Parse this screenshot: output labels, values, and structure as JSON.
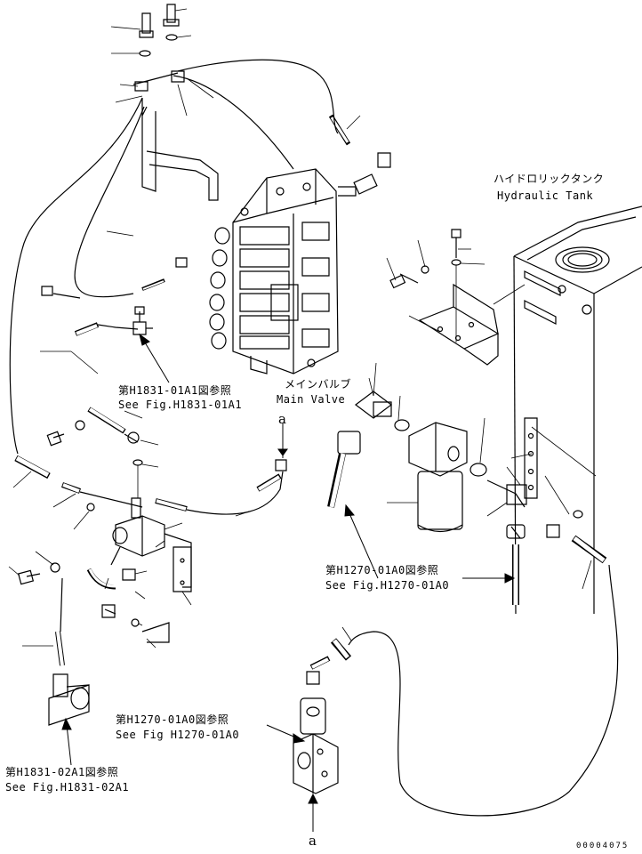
{
  "labels": {
    "tank_jp": "ハイドロリックタンク",
    "tank_en": "Hydraulic Tank",
    "valve_jp": "メインバルブ",
    "valve_en": "Main Valve",
    "ref1_jp": "第H1831-01A1図参照",
    "ref1_en": "See Fig.H1831-01A1",
    "ref2_jp": "第H1270-01A0図参照",
    "ref2_en": "See Fig.H1270-01A0",
    "ref3_jp": "第H1270-01A0図参照",
    "ref3_en": "See Fig H1270-01A0",
    "ref4_jp": "第H1831-02A1図参照",
    "ref4_en": "See Fig.H1831-02A1",
    "connector_top": "a",
    "connector_bottom": "a",
    "doc_number": "00004075"
  }
}
